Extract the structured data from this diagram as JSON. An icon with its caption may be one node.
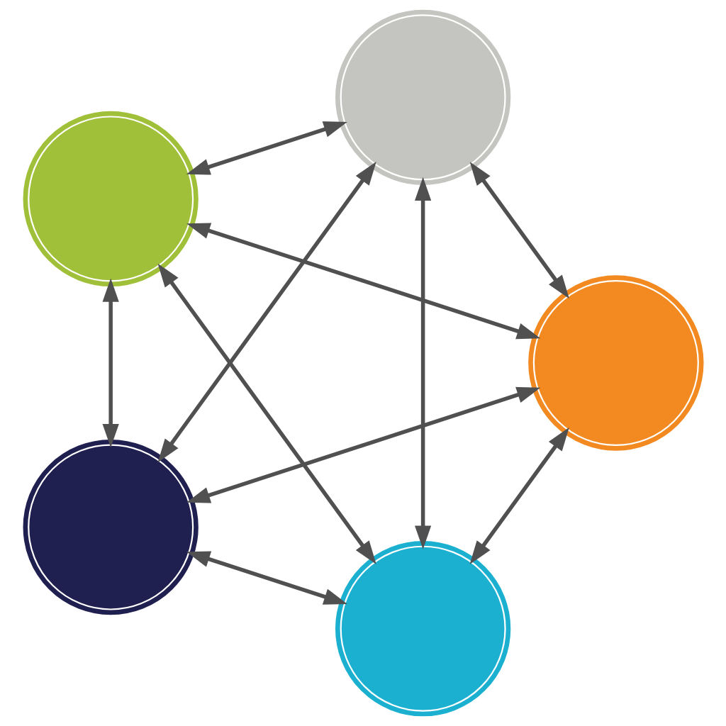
{
  "diagram": {
    "nodes": [
      {
        "text": [],
        "shape": "person"
      },
      {
        "text": [],
        "shape": "person"
      },
      {
        "text": [],
        "shape": "person"
      },
      {
        "text": [],
        "shape": "person"
      },
      {
        "text": [],
        "shape": "person"
      }
    ],
    "edges": [
      {
        "from": 0,
        "to": 1,
        "arrow": "both"
      },
      {
        "from": 0,
        "to": 2,
        "arrow": "both"
      },
      {
        "from": 0,
        "to": 3,
        "arrow": "both"
      },
      {
        "from": 0,
        "to": 4,
        "arrow": "both"
      },
      {
        "from": 1,
        "to": 2,
        "arrow": "both"
      },
      {
        "from": 1,
        "to": 3,
        "arrow": "both"
      },
      {
        "from": 1,
        "to": 4,
        "arrow": "both"
      },
      {
        "from": 2,
        "to": 3,
        "arrow": "both"
      },
      {
        "from": 2,
        "to": 4,
        "arrow": "both"
      },
      {
        "from": 3,
        "to": 4,
        "arrow": "both"
      }
    ]
  }
}
